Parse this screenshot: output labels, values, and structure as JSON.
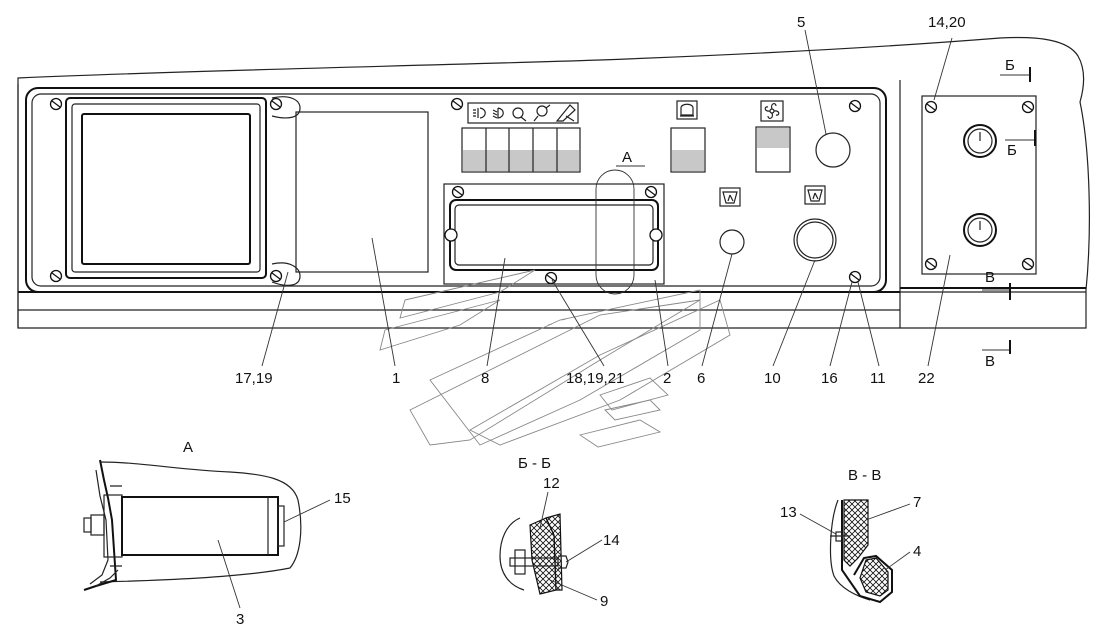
{
  "callouts": {
    "c17_19": "17,19",
    "c1": "1",
    "c8": "8",
    "c18_19_21": "18,19,21",
    "c2": "2",
    "c6": "6",
    "c10": "10",
    "c16": "16",
    "c11": "11",
    "c22": "22",
    "c5": "5",
    "c14_20": "14,20"
  },
  "section_marks": {
    "a_top": "А",
    "b_top": "Б",
    "b_mid": "Б",
    "v_mid": "В",
    "v_bottom": "В"
  },
  "details": {
    "a": {
      "title": "А",
      "c15": "15",
      "c3": "3"
    },
    "bb": {
      "title": "Б - Б",
      "c12": "12",
      "c14": "14",
      "c9": "9"
    },
    "vv": {
      "title": "В - В",
      "c13": "13",
      "c7": "7",
      "c4": "4"
    }
  },
  "icons": [
    "headlight-icon",
    "low-beam-icon",
    "fog-light-icon",
    "work-light-icon",
    "wiper-icon",
    "beacon-icon",
    "fan-icon",
    "washer-icon"
  ]
}
